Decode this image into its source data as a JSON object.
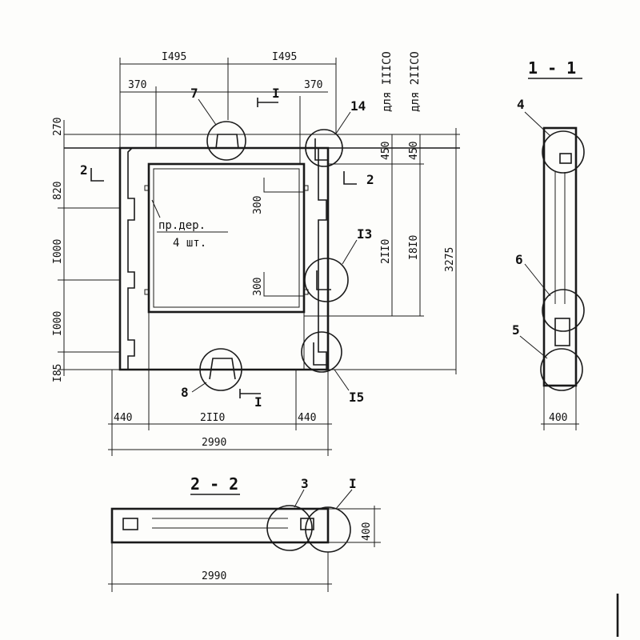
{
  "main_view": {
    "dims_top": [
      "I495",
      "I495",
      "370",
      "370"
    ],
    "dims_left": [
      "270",
      "820",
      "I000",
      "I000",
      "I85"
    ],
    "dims_right_inner": [
      "300",
      "300"
    ],
    "dims_right": [
      "450",
      "450",
      "2II0",
      "I8I0",
      "3275"
    ],
    "dims_bottom": [
      "440",
      "2II0",
      "440",
      "2990"
    ],
    "right_labels": [
      "для IIIСО",
      "для 2IIСО"
    ],
    "leader_labels": [
      "7",
      "14",
      "I3",
      "8",
      "I5"
    ],
    "note_line1": "пр.дер.",
    "note_line2": "4 шт.",
    "section_markers": [
      "I",
      "2",
      "2",
      "I"
    ]
  },
  "section_1_1": {
    "title": "1 - 1",
    "leader_labels": [
      "4",
      "6",
      "5"
    ],
    "dim_bottom": "400"
  },
  "section_2_2": {
    "title": "2 - 2",
    "leader_labels": [
      "3",
      "I"
    ],
    "dim_right": "400",
    "dim_bottom": "2990"
  }
}
